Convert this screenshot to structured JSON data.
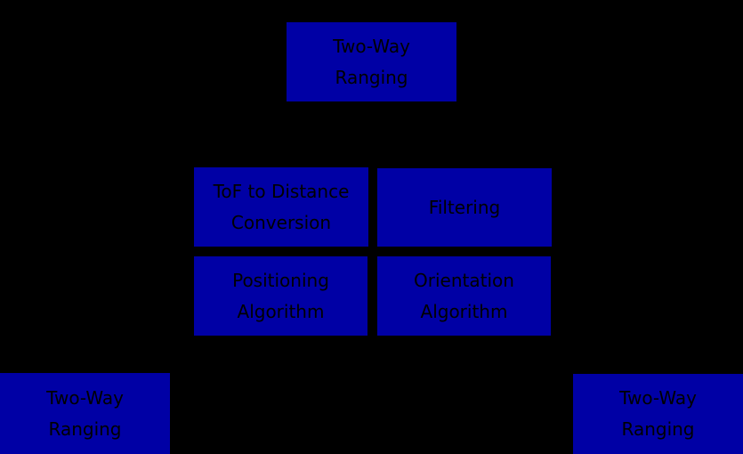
{
  "colors": {
    "background": "#000000",
    "box_fill": "#0000a5",
    "text": "#000000"
  },
  "nodes": {
    "top_ranging": "Two-Way\nRanging",
    "tof_conversion": "ToF to Distance\nConversion",
    "filtering": "Filtering",
    "positioning": "Positioning\nAlgorithm",
    "orientation": "Orientation\nAlgorithm",
    "left_ranging": "Two-Way\nRanging",
    "right_ranging": "Two-Way\nRanging"
  }
}
